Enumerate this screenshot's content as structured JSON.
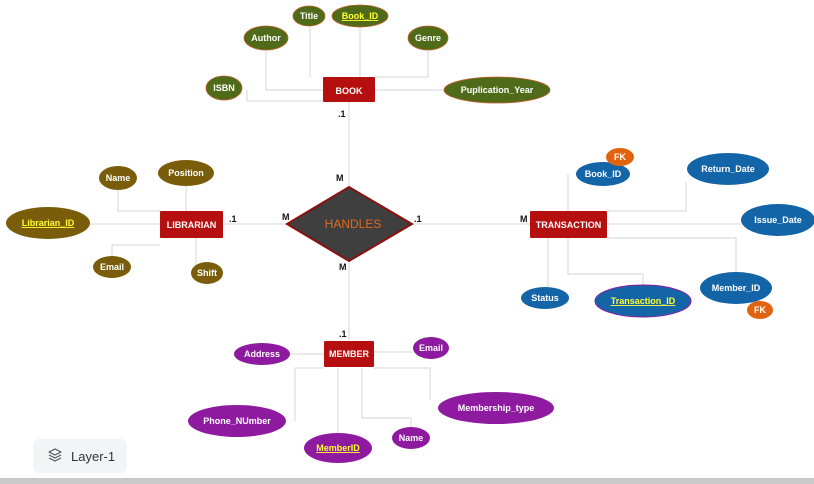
{
  "layer": {
    "label": "Layer-1",
    "icon": "layers-icon"
  },
  "colors": {
    "entity": "#b50f0f",
    "book_attr": "#4f6b1a",
    "librarian_attr": "#7a5d0a",
    "transaction_attr": "#1464a8",
    "member_attr": "#8e1aa0",
    "fk": "#e0640f",
    "relationship_fill": "#3f3f3f",
    "relationship_border": "#8b1010",
    "relationship_text": "#e06a1a"
  },
  "entities": {
    "book": "BOOK",
    "librarian": "LIBRARIAN",
    "transaction": "TRANSACTION",
    "member": "MEMBER"
  },
  "relationship": {
    "name": "HANDLES"
  },
  "cardinality": {
    "book_one": ".1",
    "book_many": "M",
    "librarian_one": ".1",
    "librarian_many": "M",
    "transaction_one": ".1",
    "transaction_many": "M",
    "member_one": ".1",
    "member_many": "M"
  },
  "book_attrs": {
    "title": "Title",
    "book_id": "Book_ID",
    "author": "Author",
    "genre": "Genre",
    "isbn": "ISBN",
    "publication_year": "Puplication_Year"
  },
  "librarian_attrs": {
    "name": "Name",
    "position": "Position",
    "librarian_id": "Librarian_ID",
    "email": "Email",
    "shift": "Shift"
  },
  "transaction_attrs": {
    "book_id": "Book_ID",
    "return_date": "Return_Date",
    "issue_date": "Issue_Date",
    "status": "Status",
    "transaction_id": "Transaction_ID",
    "member_id": "Member_ID",
    "fk_book": "FK",
    "fk_member": "FK"
  },
  "member_attrs": {
    "address": "Address",
    "email": "Email",
    "phone_number": "Phone_NUmber",
    "member_id": "MemberID",
    "name": "Name",
    "membership_type": "Membership_type"
  }
}
